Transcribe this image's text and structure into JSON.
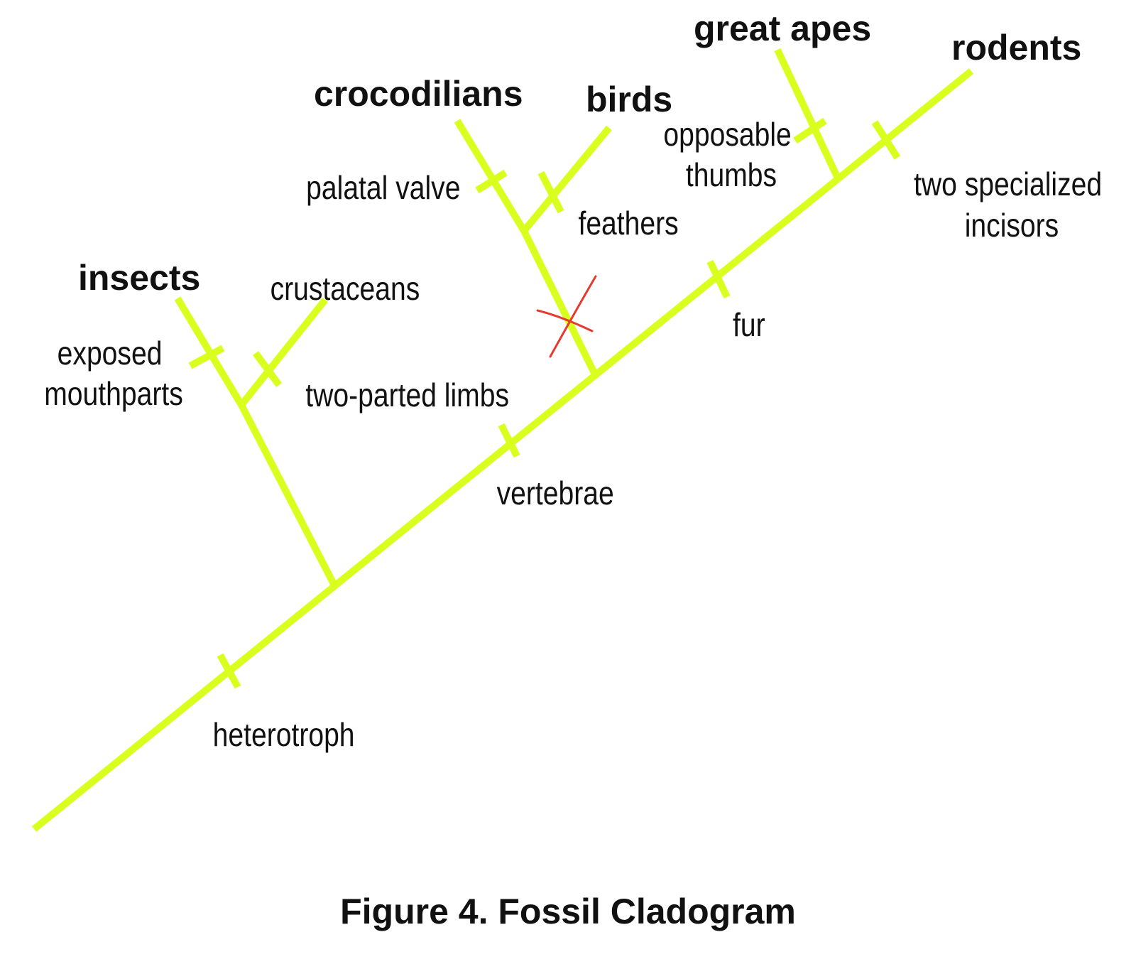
{
  "colors": {
    "branch": "#d9ff1f",
    "text": "#111111",
    "annotation": "#e53a2f",
    "background": "#ffffff"
  },
  "groups": {
    "insects": "insects",
    "crustaceans": "crustaceans",
    "crocodilians": "crocodilians",
    "birds": "birds",
    "great_apes": "great apes",
    "rodents": "rodents"
  },
  "traits": {
    "heterotroph": "heterotroph",
    "vertebrae": "vertebrae",
    "fur": "fur",
    "exposed_mouthparts": [
      "exposed",
      "mouthparts"
    ],
    "two_parted_limbs": "two-parted limbs",
    "palatal_valve": "palatal valve",
    "feathers": "feathers",
    "opposable_thumbs": [
      "opposable",
      "thumbs"
    ],
    "two_specialized_incisors": [
      "two specialized",
      "incisors"
    ]
  },
  "caption": "Figure 4. Fossil Cladogram",
  "annotation": {
    "type": "hand-drawn red X",
    "on_branch": "crocodilians + birds"
  }
}
